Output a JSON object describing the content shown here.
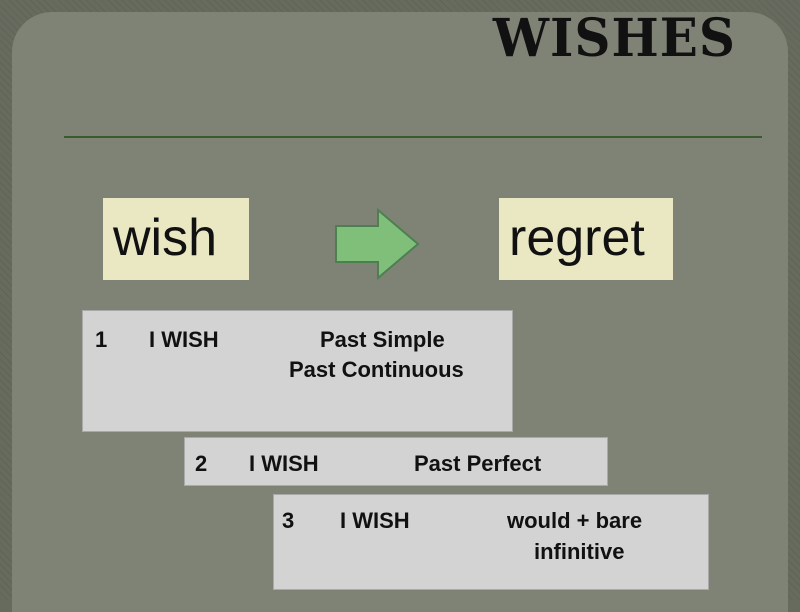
{
  "slide": {
    "title": "WISHES",
    "box_wish": "wish",
    "box_regret": "regret",
    "rules": [
      {
        "number": "1",
        "phrase": "I WISH",
        "tense_line1": "Past Simple",
        "tense_line2": "Past Continuous"
      },
      {
        "number": "2",
        "phrase": "I WISH",
        "tense_line1": "Past Perfect"
      },
      {
        "number": "3",
        "phrase": "I WISH",
        "tense_line1": "would + bare",
        "tense_line2": "infinitive"
      }
    ]
  },
  "colors": {
    "background": "#676b5e",
    "panel": "#7f8375",
    "word_box": "#eae7c3",
    "rule_box": "#d3d3d3",
    "arrow_fill": "#7fbf7a",
    "divider": "#3b5a30"
  },
  "icons": {
    "arrow": "right-arrow-icon"
  }
}
